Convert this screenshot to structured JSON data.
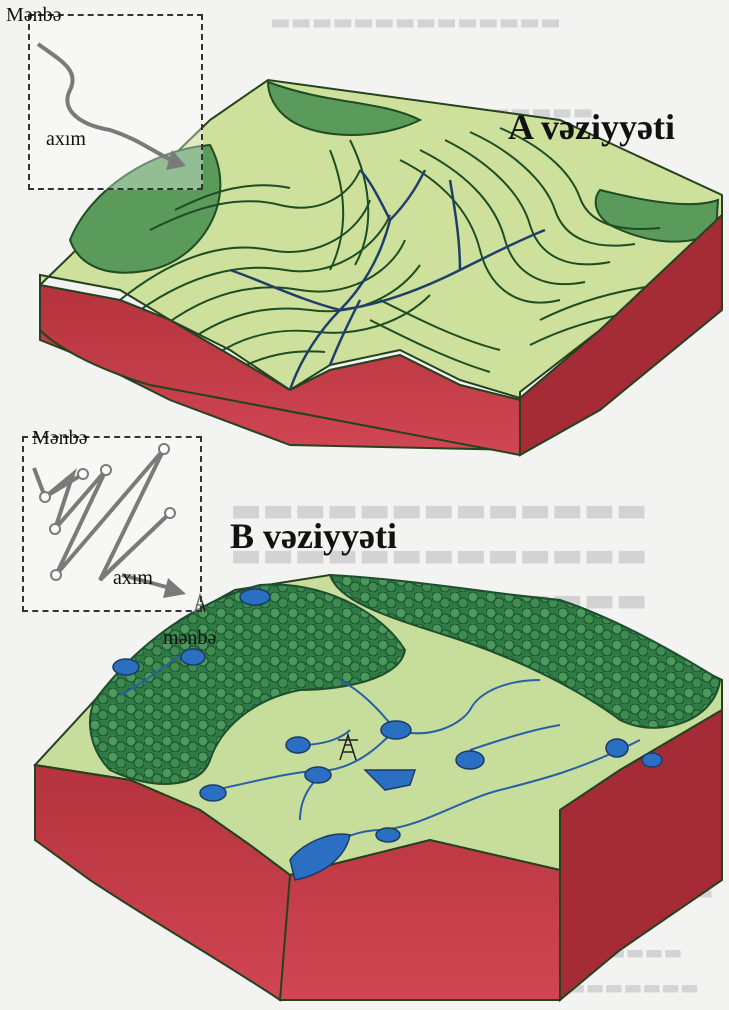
{
  "situation_a": {
    "title": "A vəziyyəti",
    "source_label": "Mənbə",
    "flow_label": "axım"
  },
  "situation_b": {
    "title": "B vəziyyəti",
    "source_label": "Mənbə",
    "flow_label": "axım",
    "end_label": "mənbə"
  },
  "colors": {
    "soil": "#c23b45",
    "grass": "#cfe0a0",
    "forest": "#3f8d55",
    "water": "#2a6fc2",
    "contour": "#1f4d22"
  }
}
